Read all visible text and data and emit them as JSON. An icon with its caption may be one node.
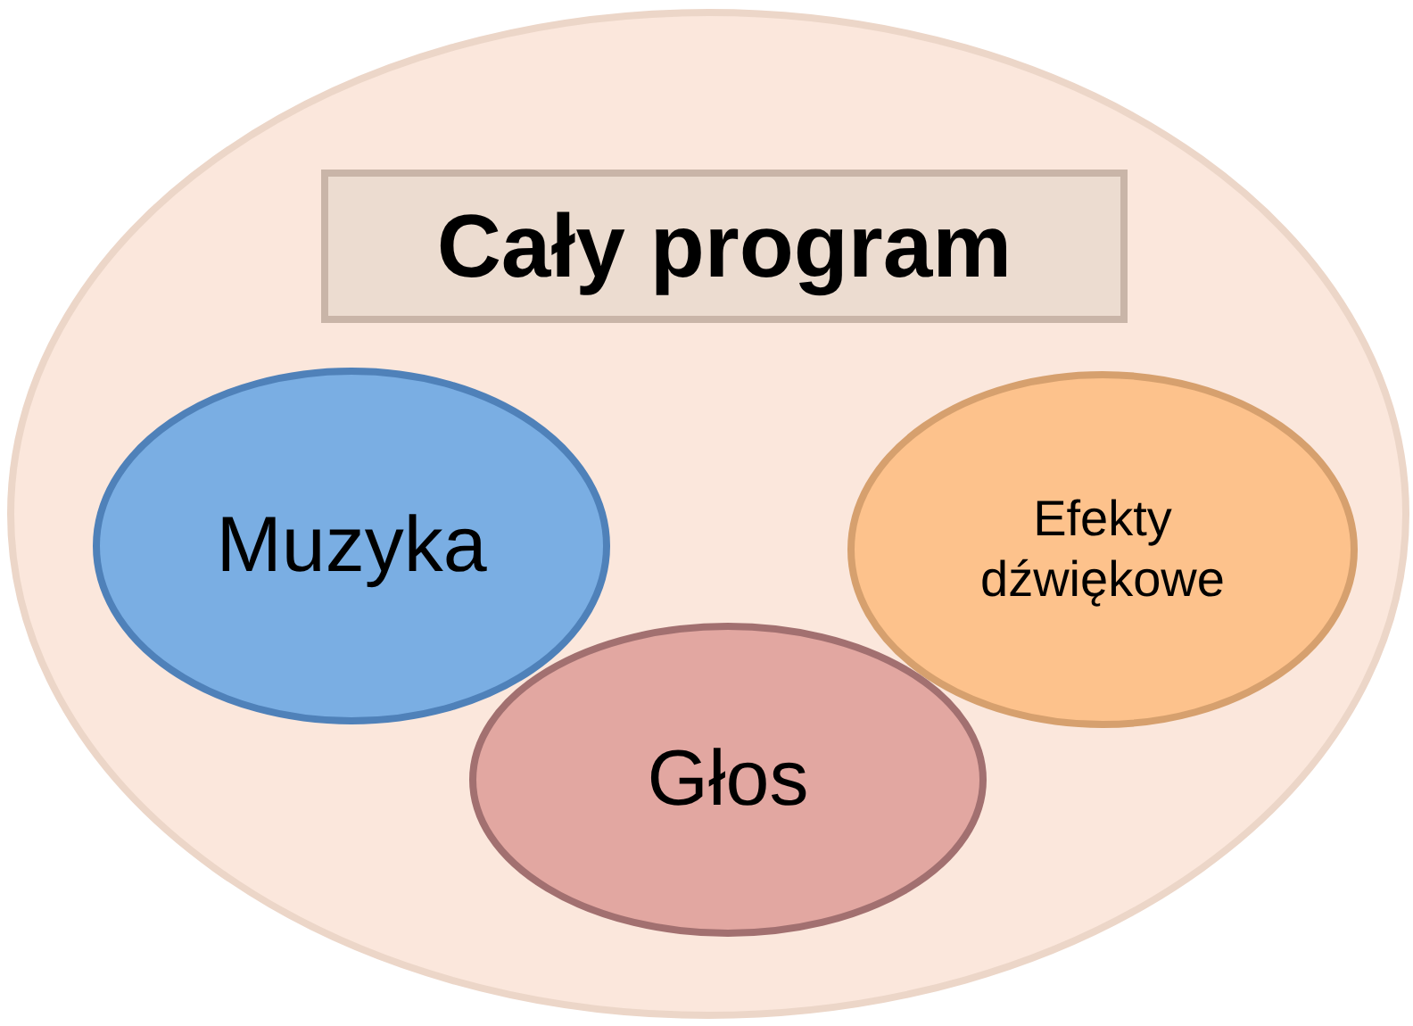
{
  "diagram": {
    "nodes": [
      {
        "text": [],
        "shape": "circle"
      },
      {
        "text": [
          "Cały program"
        ],
        "in": 0
      },
      {
        "text": [
          "Muzyka"
        ],
        "in": 0
      },
      {
        "text": [
          "Efekty dźwiękowe"
        ],
        "in": 0
      },
      {
        "text": [
          "Głos"
        ],
        "in": 0
      }
    ]
  }
}
